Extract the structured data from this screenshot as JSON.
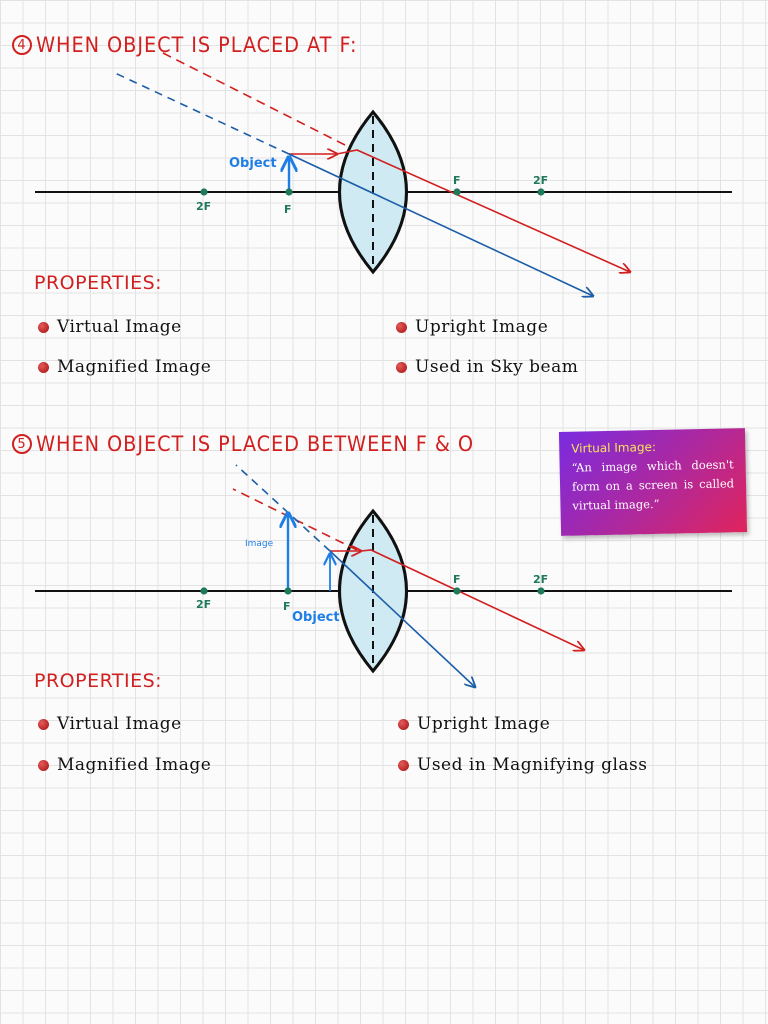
{
  "section4": {
    "number": "4",
    "heading": "WHEN OBJECT IS PLACED AT F:",
    "diagram": {
      "label_2f_left": "2F",
      "label_f_left": "F",
      "label_f_right": "F",
      "label_2f_right": "2F",
      "object_label": "Object"
    },
    "properties_title": "PROPERTIES:",
    "properties": [
      "Virtual Image",
      "Upright Image",
      "Magnified Image",
      "Used in Sky beam"
    ]
  },
  "section5": {
    "number": "5",
    "heading": "WHEN OBJECT IS PLACED BETWEEN F & O",
    "diagram": {
      "label_2f_left": "2F",
      "label_f_left": "F",
      "label_f_right": "F",
      "label_2f_right": "2F",
      "object_label": "Object",
      "image_label": "Image"
    },
    "properties_title": "PROPERTIES:",
    "properties": [
      "Virtual Image",
      "Upright Image",
      "Magnified Image",
      "Used in Magnifying glass"
    ]
  },
  "note": {
    "title": "Virtual Image:",
    "body": "“An image which doesn't form on a screen is called virtual image.”"
  },
  "colors": {
    "red": "#d21f1f",
    "blue": "#1c5ea8",
    "object_blue": "#1f7ee6",
    "focal_green": "#1e7a5a",
    "lens_fill": "#cfeaf2"
  }
}
